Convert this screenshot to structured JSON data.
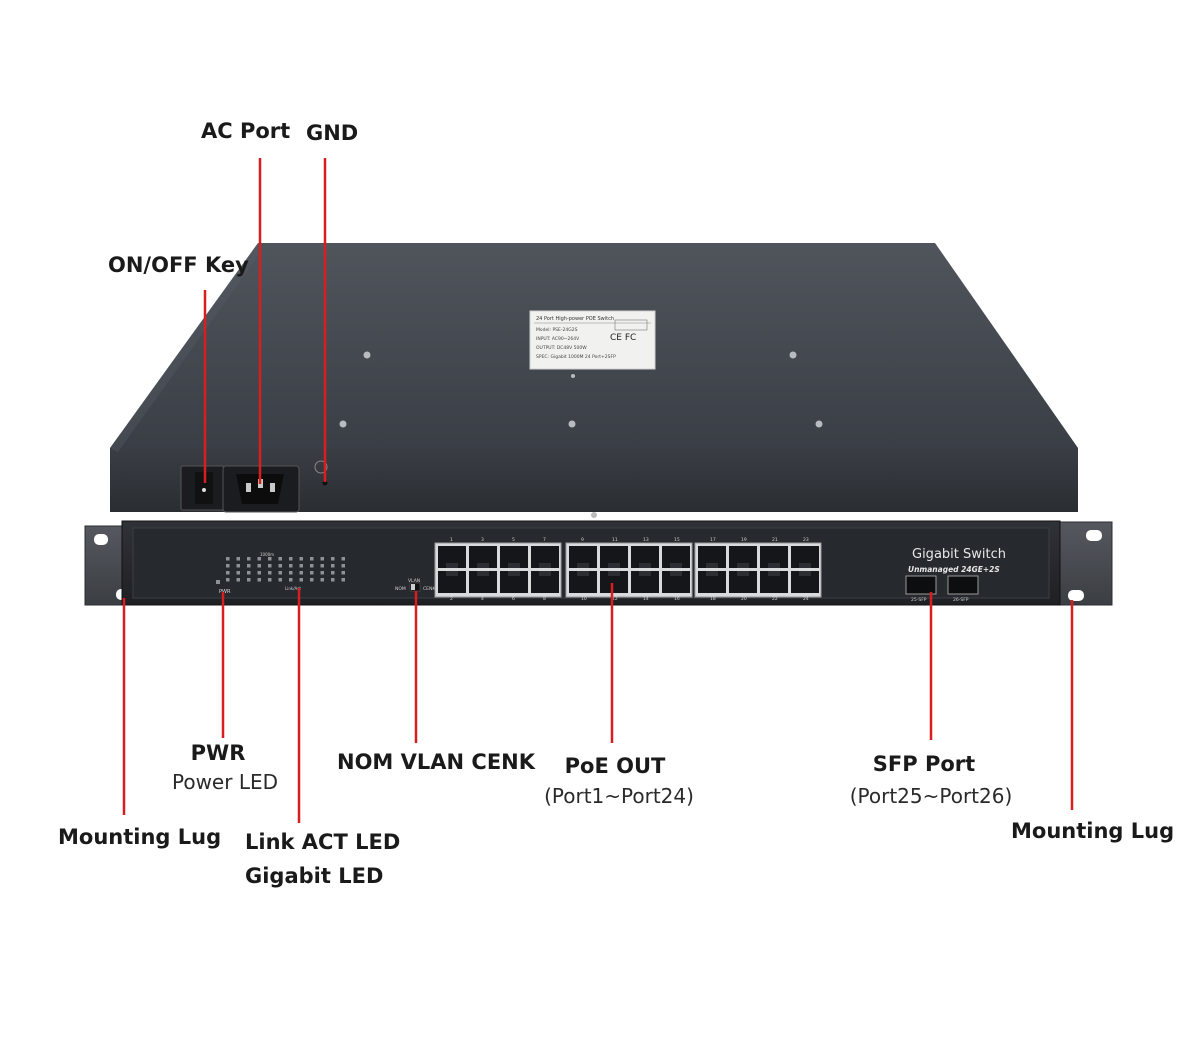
{
  "callouts": {
    "ac_port": "AC Port",
    "gnd": "GND",
    "on_off_key": "ON/OFF Key",
    "pwr": "PWR",
    "power_led": "Power LED",
    "nom_vlan_cenk": "NOM VLAN CENK",
    "poe_out": "PoE OUT",
    "poe_ports": "(Port1~Port24)",
    "sfp_port": "SFP Port",
    "sfp_ports": "(Port25~Port26)",
    "mounting_lug_left": "Mounting Lug",
    "mounting_lug_right": "Mounting Lug",
    "link_act_led": "Link ACT LED",
    "gigabit_led": "Gigabit LED"
  },
  "device": {
    "brand_title": "Gigabit Switch",
    "brand_subtitle": "Unmanaged 24GE+2S",
    "label_title": "24 Port High-power POE Switch",
    "label_lines": [
      "Model: PSE-24G2S",
      "INPUT: AC90~264V",
      "OUTPUT: DC48V 500W",
      "SPEC: Gigabit 1000M 24 Port+2SFP"
    ],
    "led_header_top": "1000m",
    "led_header_bottom": "Link/Act",
    "led_pwr": "PWR",
    "switch_labels": [
      "NOM",
      "VLAN",
      "CENK"
    ],
    "port_top_numbers": [
      "1",
      "3",
      "5",
      "7",
      "9",
      "11",
      "13",
      "15",
      "17",
      "19",
      "21",
      "23"
    ],
    "port_bottom_numbers": [
      "2",
      "4",
      "6",
      "8",
      "10",
      "12",
      "14",
      "16",
      "18",
      "20",
      "22",
      "24"
    ],
    "sfp_labels": [
      "25-SFP",
      "26-SFP"
    ]
  },
  "colors": {
    "callout_line": "#d81e1e",
    "chassis_top": "#3c4047",
    "front_panel": "#25282d",
    "text": "#1a1a1a"
  }
}
